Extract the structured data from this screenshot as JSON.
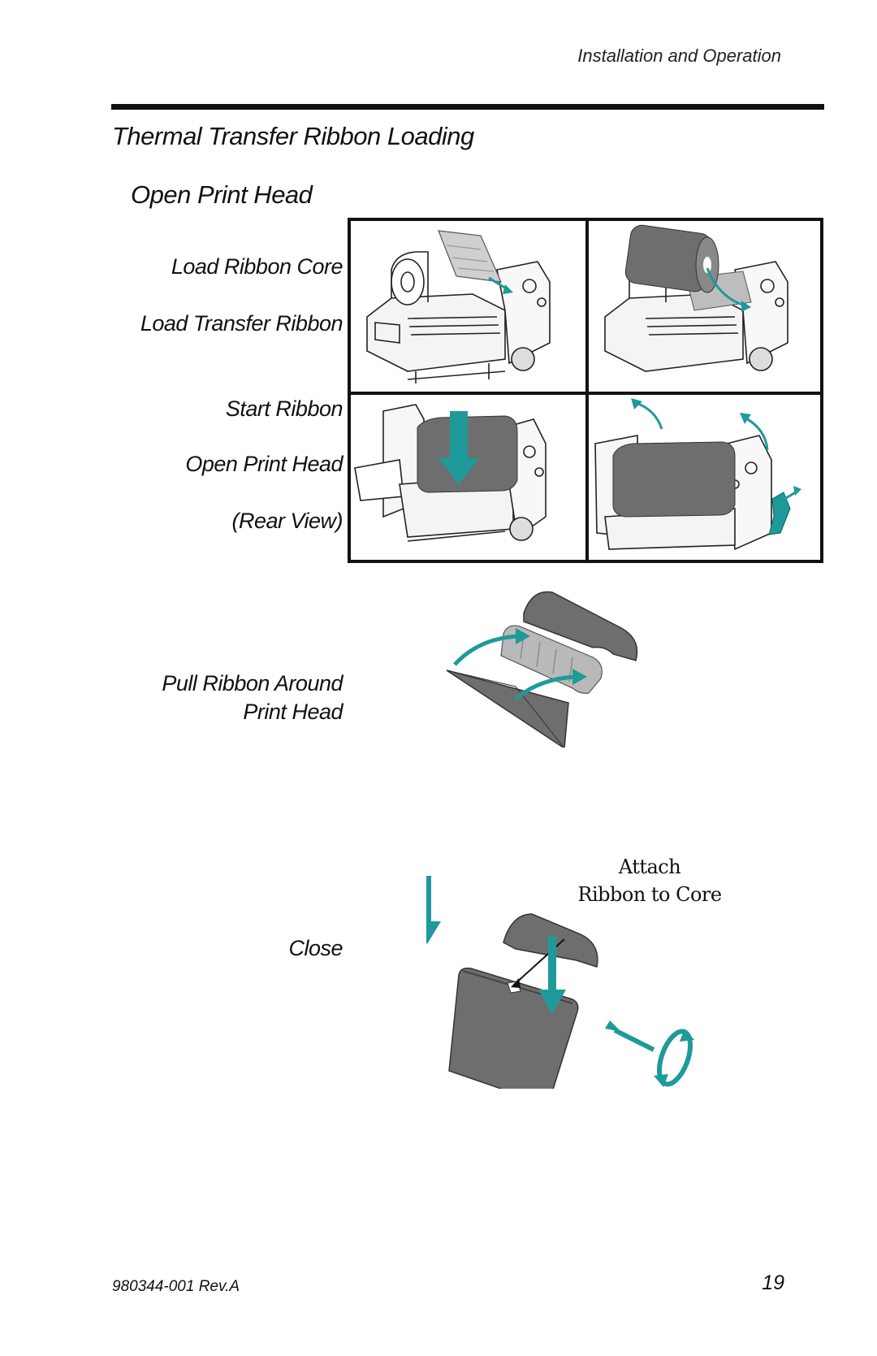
{
  "header": {
    "running_title": "Installation and Operation"
  },
  "section": {
    "title": "Thermal Transfer Ribbon Loading",
    "subtitle": "Open Print Head"
  },
  "steps": {
    "load_core": "Load Ribbon Core",
    "load_ribbon": "Load Transfer Ribbon",
    "start_ribbon": "Start Ribbon",
    "open_head": "Open Print Head",
    "rear_view": "(Rear View)",
    "pull_line1": "Pull Ribbon Around",
    "pull_line2": "Print Head",
    "close": "Close"
  },
  "callout": {
    "line1": "Attach",
    "line2": "Ribbon to Core"
  },
  "footer": {
    "doc_number": "980344-001 Rev.A",
    "page_number": "19"
  },
  "colors": {
    "accent": "#1e9a9a",
    "ribbon": "#6e6e6e",
    "ink": "#111111"
  },
  "icons": [
    "arrow-icon",
    "rotate-icon"
  ]
}
